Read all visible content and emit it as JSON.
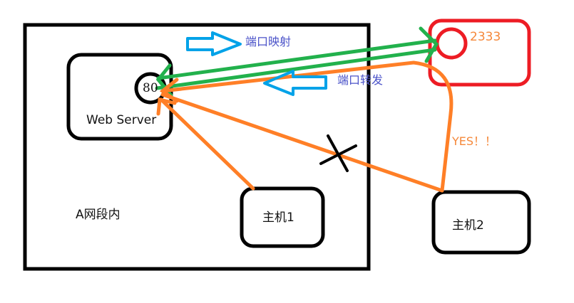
{
  "colors": {
    "outline": "#000000",
    "green": "#22b14c",
    "orange": "#ff7f27",
    "red": "#ed1c24",
    "blue_arrow": "#00a2e8",
    "blue_text": "#4b53c9",
    "orange_text": "#f5883a"
  },
  "network_a": {
    "label": "A网段内"
  },
  "web_server": {
    "label": "Web Server",
    "port": "80"
  },
  "host1": {
    "label": "主机1"
  },
  "host2": {
    "label": "主机2"
  },
  "remote": {
    "port": "2333"
  },
  "annotations": {
    "port_mapping": "端口映射",
    "port_forwarding": "端口转发",
    "yes": "YES！！"
  }
}
